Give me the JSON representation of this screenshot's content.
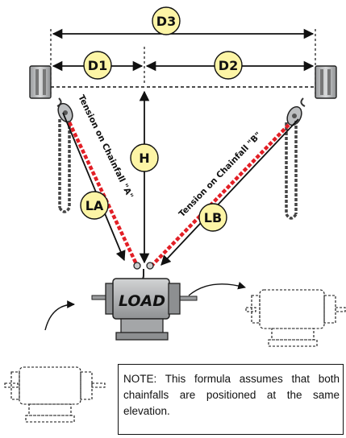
{
  "labels": {
    "d1": "D1",
    "d2": "D2",
    "d3": "D3",
    "h": "H",
    "la": "LA",
    "lb": "LB",
    "load": "LOAD",
    "tension_a": "Tension on Chainfall \"A\"",
    "tension_b": "Tension on Chainfall \"B\""
  },
  "note": "NOTE: This formula assumes that both chainfalls are positioned at the same elevation.",
  "colors": {
    "label_fill": "#FDF5A6",
    "chain_red": "#E21F26",
    "chain_gray": "#444444",
    "load_body": "#B9BBBD"
  }
}
